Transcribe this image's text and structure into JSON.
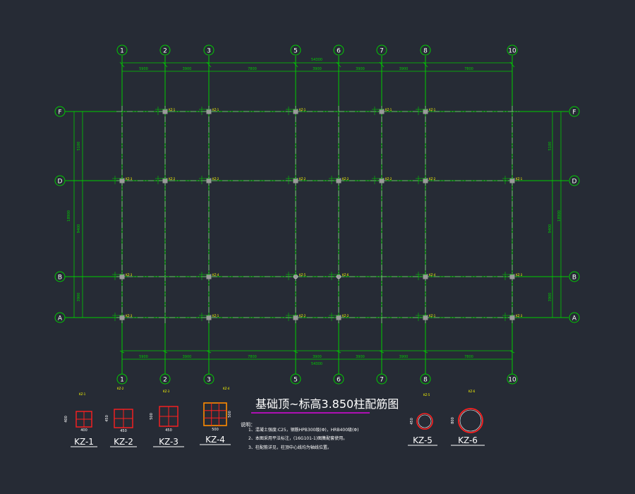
{
  "colors": {
    "background": "#262b35",
    "axis_line": "#00cc00",
    "grid_dash": "#c8c8c8",
    "bubble": "#00cc00",
    "axis_label": "#ffffff",
    "dimension": "#00cc00",
    "column_fill": "#9a9a9a",
    "column_tag": "#ffff00",
    "section_red": "#ff2020",
    "section_orange": "#ff8c00",
    "title_text": "#ffffff",
    "title_underline": "#ff00ff",
    "notes_text": "#ffffff"
  },
  "axes_x": {
    "labels": [
      "1",
      "2",
      "3",
      "5",
      "6",
      "7",
      "8",
      "10"
    ]
  },
  "axes_y": {
    "labels": [
      "F",
      "D",
      "B",
      "A"
    ]
  },
  "dims_x": {
    "total": "54300",
    "spans": [
      "5900",
      "3900",
      "7800",
      "3900",
      "3900",
      "3900",
      "7800"
    ]
  },
  "dims_y": {
    "total": "18900",
    "spans": [
      "5100",
      "9400",
      "3900"
    ]
  },
  "title": "基础顶~标高3.850柱配筋图",
  "notes": {
    "heading": "说明：",
    "items": [
      "1、混凝土强度:C25，钢筋HPB300级(Φ)，HRB400级(Φ)",
      "2、本图采用平法标注，(16G101-1)图集配套使用。",
      "3、柱配筋详见，柱顶中心线均为轴线位置。"
    ]
  },
  "column_tags": {
    "kz1": "KZ-1",
    "kz2": "KZ-2",
    "kz3": "KZ-3",
    "kz4": "KZ-4",
    "kz5": "KZ-5",
    "kz6": "KZ-6"
  },
  "sections": [
    {
      "label": "KZ-1",
      "dim_b": "400",
      "dim_h": "400"
    },
    {
      "label": "KZ-2",
      "dim_b": "450",
      "dim_h": "450"
    },
    {
      "label": "KZ-3",
      "dim_b": "450",
      "dim_h": "500"
    },
    {
      "label": "KZ-4",
      "dim_b": "500",
      "dim_h": "500"
    },
    {
      "label": "KZ-5",
      "dim_d": "450"
    },
    {
      "label": "KZ-6",
      "dim_d": "800"
    }
  ]
}
